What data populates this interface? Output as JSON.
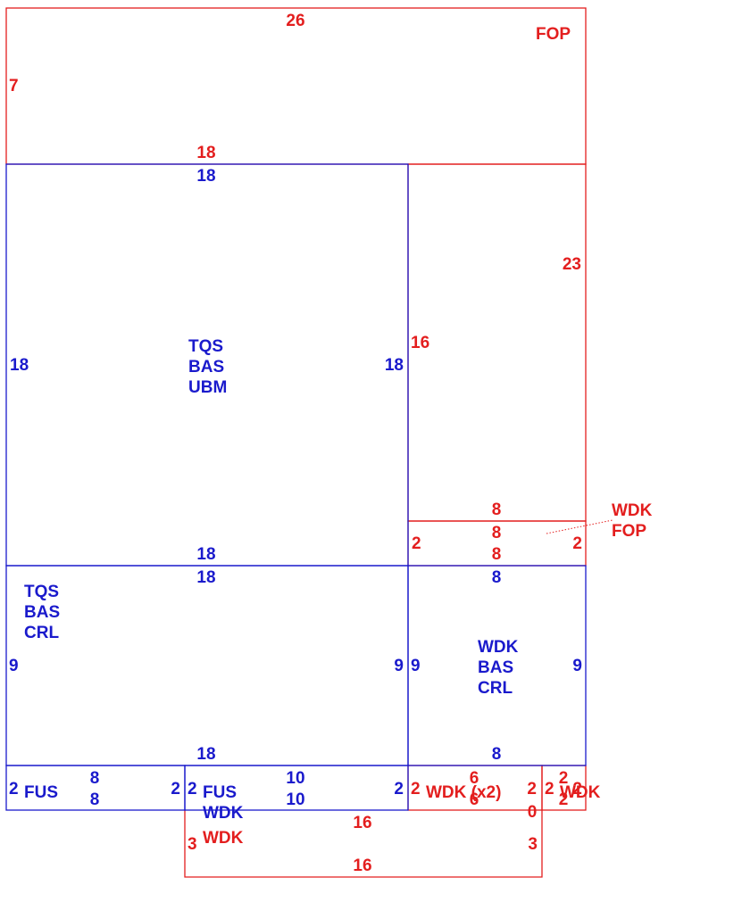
{
  "colors": {
    "red": "#e31e1e",
    "blue": "#1a1acc",
    "background": "#ffffff"
  },
  "fop": {
    "label": "FOP",
    "dims": {
      "top": "26",
      "left": "7",
      "right": "23",
      "inner_top": "18",
      "inner_right": "16"
    }
  },
  "ubm": {
    "lines": [
      "TQS",
      "BAS",
      "UBM"
    ],
    "dims": {
      "top": "18",
      "left": "18",
      "right": "18",
      "bottom": "18"
    }
  },
  "wdk_fop": {
    "lines": [
      "WDK",
      "FOP"
    ],
    "dims": {
      "top": "8",
      "mid": "8",
      "bottom": "8",
      "left": "2",
      "right": "2"
    }
  },
  "crl_left": {
    "lines": [
      "TQS",
      "BAS",
      "CRL"
    ],
    "dims": {
      "top": "18",
      "left": "9",
      "right": "9",
      "bottom": "18"
    }
  },
  "crl_right": {
    "lines": [
      "WDK",
      "BAS",
      "CRL"
    ],
    "dims": {
      "top": "8",
      "left": "9",
      "right": "9",
      "bottom": "8"
    }
  },
  "fus_left": {
    "label": "FUS",
    "dims": {
      "left": "2",
      "right": "2",
      "top": "8",
      "bottom": "8"
    }
  },
  "fus_mid": {
    "lines": [
      "FUS",
      "WDK"
    ],
    "dims": {
      "left": "2",
      "right": "2",
      "top": "10",
      "bottom": "10"
    }
  },
  "wdk_x2": {
    "label": "WDK (x2)",
    "dims": {
      "left": "2",
      "right": "2",
      "top": "6",
      "bottom": "6",
      "zero": "0"
    }
  },
  "wdk_small": {
    "label": "WDK",
    "dims": {
      "left": "2",
      "right": "2",
      "top": "2",
      "bottom": "2"
    }
  },
  "wdk_bottom": {
    "label": "WDK",
    "dims": {
      "top": "16",
      "bottom": "16",
      "left": "3",
      "right": "3"
    }
  }
}
